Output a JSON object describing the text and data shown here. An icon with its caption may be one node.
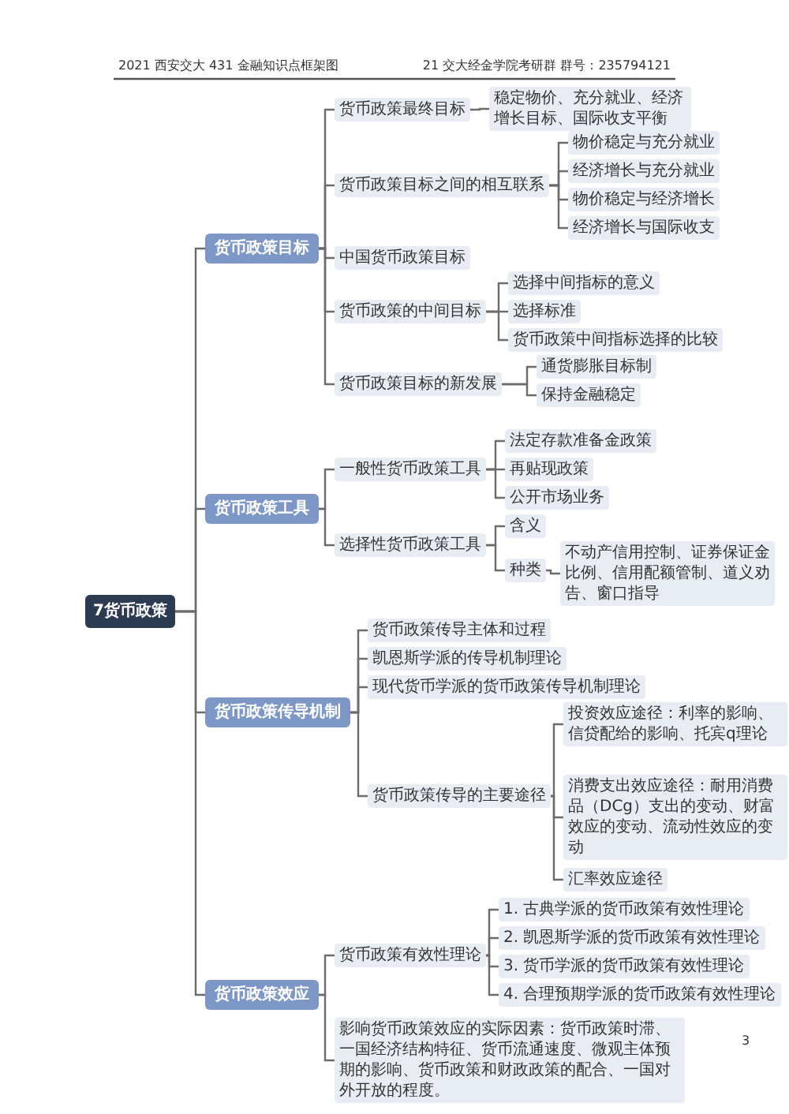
{
  "diagram": {
    "nodes": [
      {
        "text": [
          "7货币政策"
        ]
      },
      {
        "text": [
          "货币政策目标"
        ]
      },
      {
        "text": [
          "货币政策最终目标"
        ]
      },
      {
        "text": [
          "稳定物价、充分就业、经济增长目标、国际收支平衡"
        ]
      },
      {
        "text": [
          "货币政策目标之间的相互联系"
        ]
      },
      {
        "text": [
          "物价稳定与充分就业"
        ]
      },
      {
        "text": [
          "经济增长与充分就业"
        ]
      },
      {
        "text": [
          "物价稳定与经济增长"
        ]
      },
      {
        "text": [
          "经济增长与国际收支"
        ]
      },
      {
        "text": [
          "中国货币政策目标"
        ]
      },
      {
        "text": [
          "货币政策的中间目标"
        ]
      },
      {
        "text": [
          "选择中间指标的意义"
        ]
      },
      {
        "text": [
          "选择标准"
        ]
      },
      {
        "text": [
          "货币政策中间指标选择的比较"
        ]
      },
      {
        "text": [
          "货币政策目标的新发展"
        ]
      },
      {
        "text": [
          "通货膨胀目标制"
        ]
      },
      {
        "text": [
          "保持金融稳定"
        ]
      },
      {
        "text": [
          "货币政策工具"
        ]
      },
      {
        "text": [
          "一般性货币政策工具"
        ]
      },
      {
        "text": [
          "法定存款准备金政策"
        ]
      },
      {
        "text": [
          "再贴现政策"
        ]
      },
      {
        "text": [
          "公开市场业务"
        ]
      },
      {
        "text": [
          "选择性货币政策工具"
        ]
      },
      {
        "text": [
          "含义"
        ]
      },
      {
        "text": [
          "种类"
        ]
      },
      {
        "text": [
          "不动产信用控制、证券保证金比例、信用配额管制、道义劝告、窗口指导"
        ]
      },
      {
        "text": [
          "货币政策传导机制"
        ]
      },
      {
        "text": [
          "货币政策传导主体和过程"
        ]
      },
      {
        "text": [
          "凯恩斯学派的传导机制理论"
        ]
      },
      {
        "text": [
          "现代货币学派的货币政策传导机制理论"
        ]
      },
      {
        "text": [
          "货币政策传导的主要途径"
        ]
      },
      {
        "text": [
          "投资效应途径：利率的影响、信贷配给的影响、托宾q理论"
        ]
      },
      {
        "text": [
          "消费支出效应途径：耐用消费品（DCg）支出的变动、财富效应的变动、流动性效应的变动"
        ]
      },
      {
        "text": [
          "汇率效应途径"
        ]
      },
      {
        "text": [
          "货币政策效应"
        ]
      },
      {
        "text": [
          "货币政策有效性理论"
        ]
      },
      {
        "text": [
          "1. 古典学派的货币政策有效性理论"
        ]
      },
      {
        "text": [
          "2. 凯恩斯学派的货币政策有效性理论"
        ]
      },
      {
        "text": [
          "3. 货币学派的货币政策有效性理论"
        ]
      },
      {
        "text": [
          "4. 合理预期学派的货币政策有效性理论"
        ]
      },
      {
        "text": [
          "影响货币政策效应的实际因素：货币政策时滞、一国经济结构特征、货币流通速度、微观主体预期的影响、货币政策和财政政策的配合、一国对外开放的程度。"
        ]
      }
    ],
    "edges": [
      {
        "from": 0,
        "to": 1,
        "arrow": "none"
      },
      {
        "from": 1,
        "to": 2,
        "arrow": "none"
      },
      {
        "from": 2,
        "to": 3,
        "arrow": "none"
      },
      {
        "from": 1,
        "to": 4,
        "arrow": "none"
      },
      {
        "from": 4,
        "to": 5,
        "arrow": "none"
      },
      {
        "from": 4,
        "to": 6,
        "arrow": "none"
      },
      {
        "from": 4,
        "to": 7,
        "arrow": "none"
      },
      {
        "from": 4,
        "to": 8,
        "arrow": "none"
      },
      {
        "from": 1,
        "to": 9,
        "arrow": "none"
      },
      {
        "from": 1,
        "to": 10,
        "arrow": "none"
      },
      {
        "from": 10,
        "to": 11,
        "arrow": "none"
      },
      {
        "from": 10,
        "to": 12,
        "arrow": "none"
      },
      {
        "from": 10,
        "to": 13,
        "arrow": "none"
      },
      {
        "from": 1,
        "to": 14,
        "arrow": "none"
      },
      {
        "from": 14,
        "to": 15,
        "arrow": "none"
      },
      {
        "from": 14,
        "to": 16,
        "arrow": "none"
      },
      {
        "from": 0,
        "to": 17,
        "arrow": "none"
      },
      {
        "from": 17,
        "to": 18,
        "arrow": "none"
      },
      {
        "from": 18,
        "to": 19,
        "arrow": "none"
      },
      {
        "from": 18,
        "to": 20,
        "arrow": "none"
      },
      {
        "from": 18,
        "to": 21,
        "arrow": "none"
      },
      {
        "from": 17,
        "to": 22,
        "arrow": "none"
      },
      {
        "from": 22,
        "to": 23,
        "arrow": "none"
      },
      {
        "from": 22,
        "to": 24,
        "arrow": "none"
      },
      {
        "from": 24,
        "to": 25,
        "arrow": "none"
      },
      {
        "from": 0,
        "to": 26,
        "arrow": "none"
      },
      {
        "from": 26,
        "to": 27,
        "arrow": "none"
      },
      {
        "from": 26,
        "to": 28,
        "arrow": "none"
      },
      {
        "from": 26,
        "to": 29,
        "arrow": "none"
      },
      {
        "from": 26,
        "to": 30,
        "arrow": "none"
      },
      {
        "from": 30,
        "to": 31,
        "arrow": "none"
      },
      {
        "from": 30,
        "to": 32,
        "arrow": "none"
      },
      {
        "from": 30,
        "to": 33,
        "arrow": "none"
      },
      {
        "from": 0,
        "to": 34,
        "arrow": "none"
      },
      {
        "from": 34,
        "to": 35,
        "arrow": "none"
      },
      {
        "from": 35,
        "to": 36,
        "arrow": "none"
      },
      {
        "from": 35,
        "to": 37,
        "arrow": "none"
      },
      {
        "from": 35,
        "to": 38,
        "arrow": "none"
      },
      {
        "from": 35,
        "to": 39,
        "arrow": "none"
      },
      {
        "from": 34,
        "to": 40,
        "arrow": "none"
      }
    ],
    "labels": [
      "2021 西安交大 431 金融知识点框架图",
      "21 交大经金学院考研群  群号：235794121",
      "3"
    ]
  }
}
